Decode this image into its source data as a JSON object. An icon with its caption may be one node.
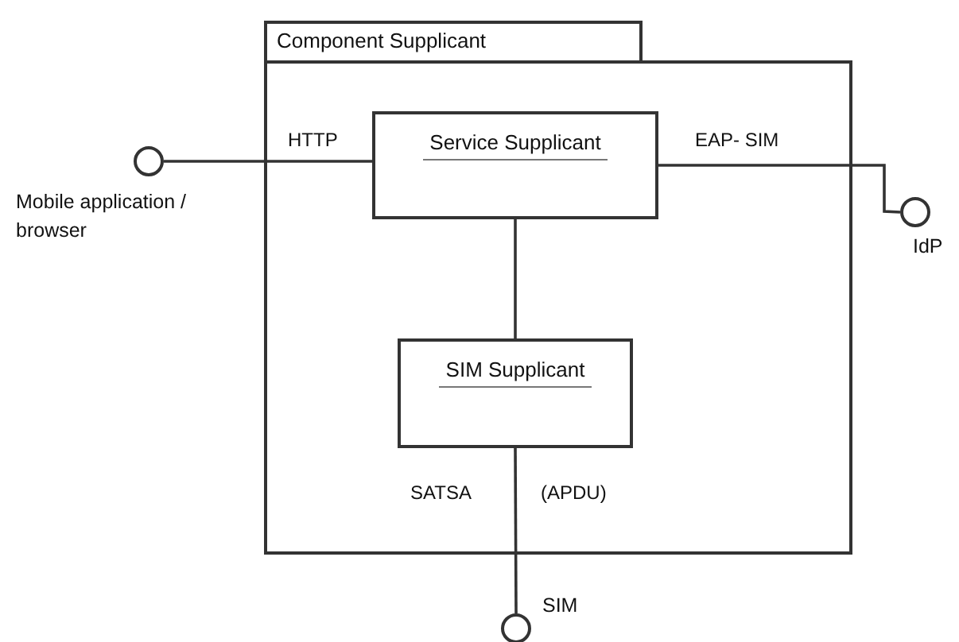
{
  "diagram": {
    "nodes": [
      {
        "text": [
          "Component Supplicant"
        ]
      },
      {
        "text": [
          "Service Supplicant"
        ],
        "in": 0
      },
      {
        "text": [
          "SIM Supplicant"
        ],
        "in": 0
      },
      {
        "text": [],
        "shape": "circle",
        "beside": [
          "Mobile application / browser"
        ]
      },
      {
        "text": [],
        "shape": "circle",
        "beside": [
          "IdP"
        ]
      },
      {
        "text": [],
        "shape": "circle",
        "beside": [
          "SIM"
        ]
      }
    ],
    "edges": [
      {
        "from": 3,
        "to": 1,
        "arrow": "none",
        "label": "HTTP"
      },
      {
        "from": 1,
        "to": 4,
        "arrow": "none",
        "label": "EAP- SIM"
      },
      {
        "from": 1,
        "to": 2,
        "arrow": "none"
      },
      {
        "from": 2,
        "to": 5,
        "arrow": "none"
      }
    ],
    "labels": [
      "SATSA",
      "(APDU)"
    ]
  }
}
